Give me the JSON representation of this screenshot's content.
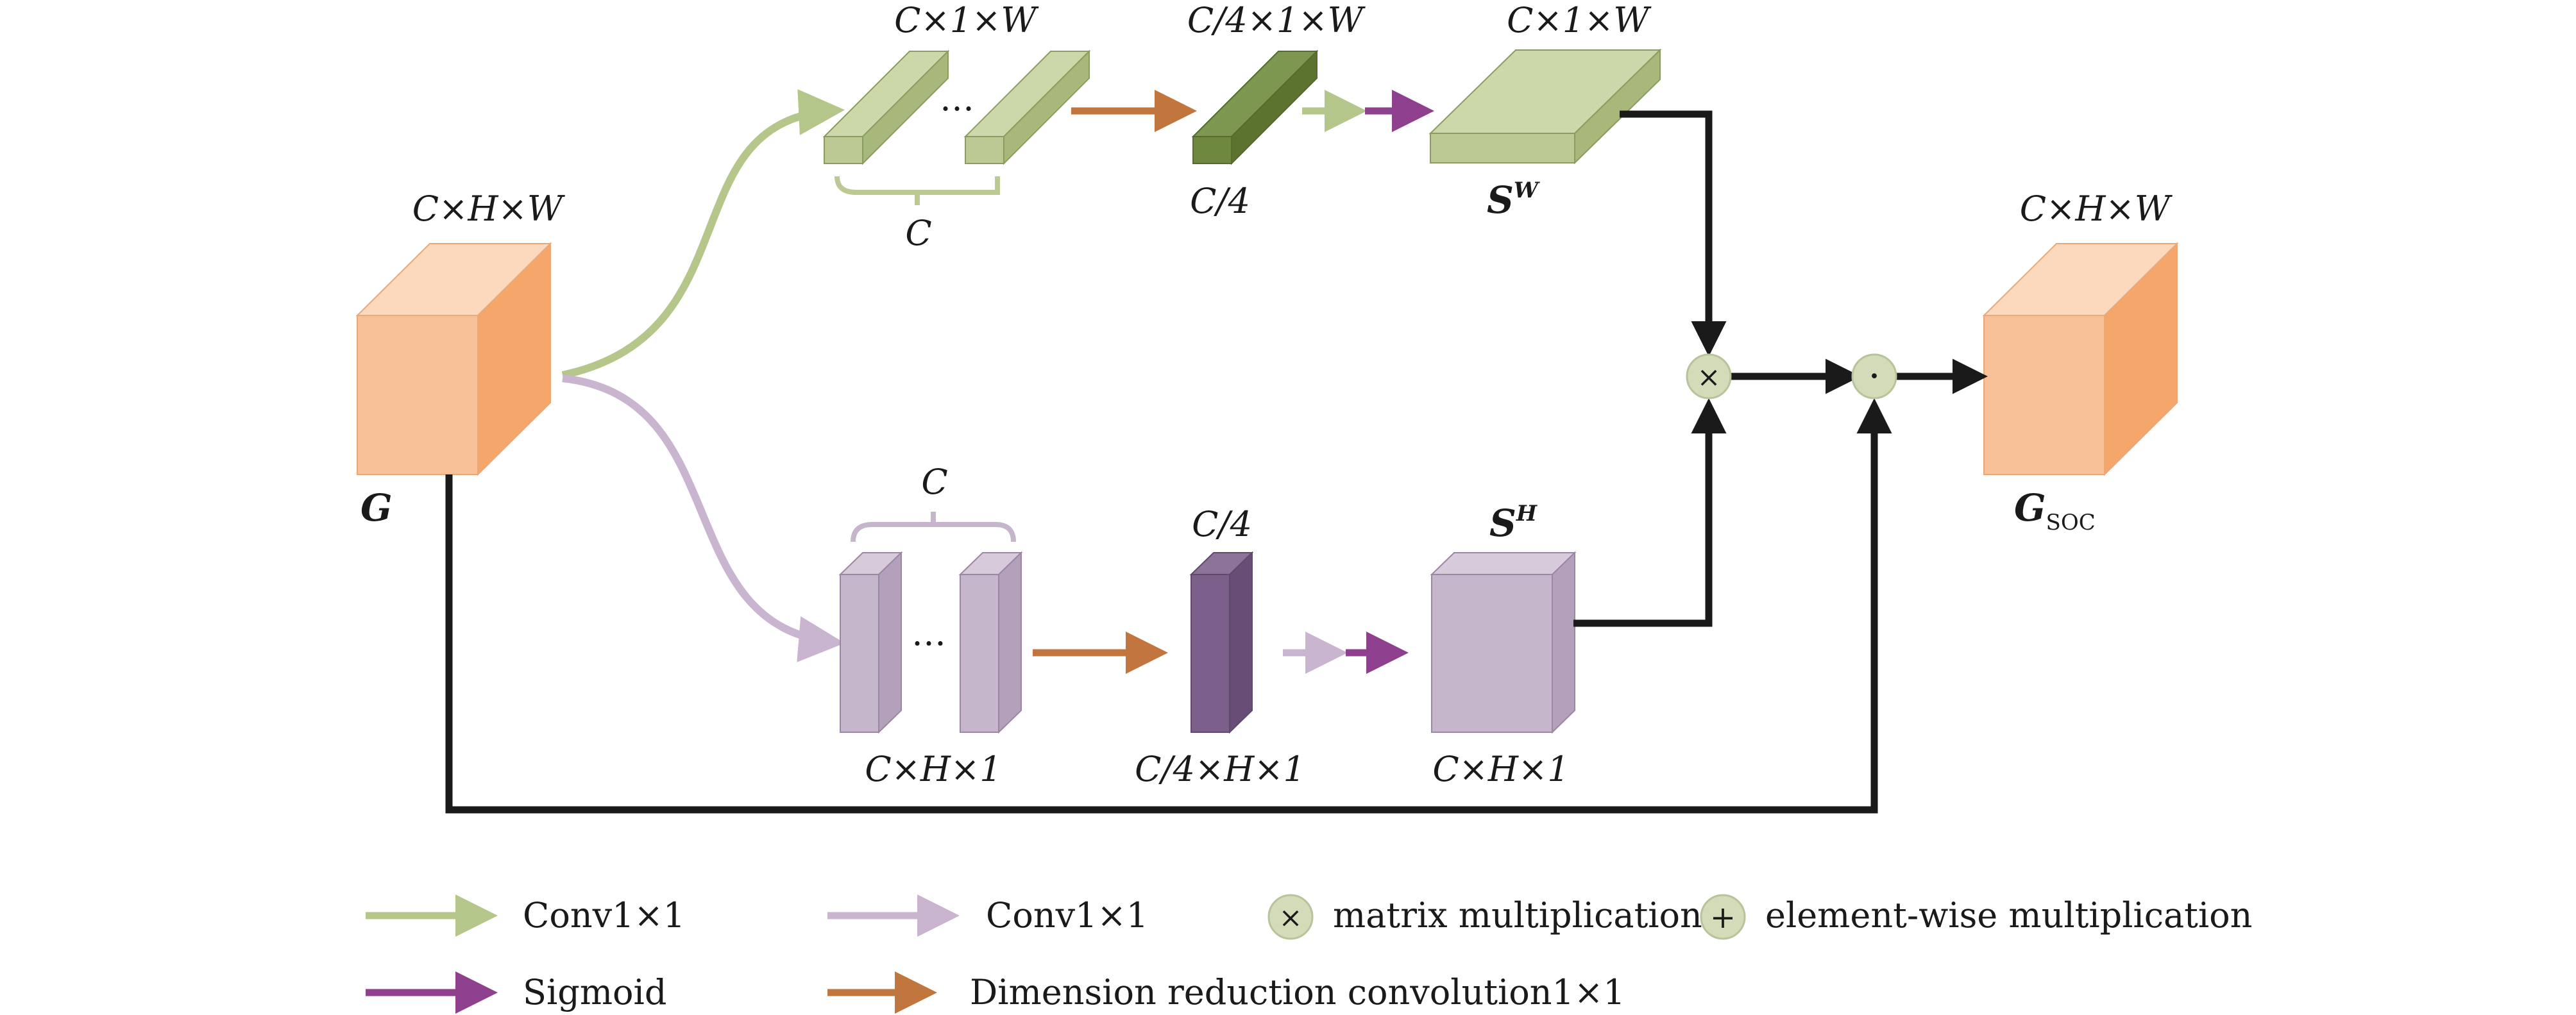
{
  "colors": {
    "orange_front": "#f8c096",
    "orange_top": "#fcd9bd",
    "orange_side": "#f4a66b",
    "green_light": "#bcc995",
    "green_dark": "#6f8840",
    "purple_light": "#c6b6cb",
    "purple_dark": "#7c5f8a",
    "arrow_green": "#b5c68a",
    "arrow_lilac": "#c9b5cf",
    "arrow_magenta": "#8e3f8e",
    "arrow_brown": "#c0763e",
    "line_black": "#1a1a1a",
    "op_circle": "#d3dbb9"
  },
  "input": {
    "dims": "C×H×W",
    "name": "G"
  },
  "output": {
    "dims": "C×H×W",
    "name": "G",
    "subscript": "SOC"
  },
  "top_branch": {
    "slices_dims": "C×1×W",
    "slices_count": "C",
    "ellipsis": "…",
    "reduced_dims": "C/4×1×W",
    "reduced_label": "C/4",
    "attention_dims": "C×1×W",
    "attention_name": "S",
    "attention_sup": "W"
  },
  "bottom_branch": {
    "slices_dims": "C×H×1",
    "slices_count": "C",
    "ellipsis": "…",
    "reduced_dims": "C/4×H×1",
    "reduced_label": "C/4",
    "attention_dims": "C×H×1",
    "attention_name": "S",
    "attention_sup": "H"
  },
  "ops": {
    "matmul_symbol": "×",
    "elementwise_symbol": "·"
  },
  "legend": {
    "conv_green": "Conv1×1",
    "conv_lilac": "Conv1×1",
    "sigmoid": "Sigmoid",
    "dim_reduction": "Dimension reduction convolution1×1",
    "matmul_symbol": "×",
    "matmul": "matrix multiplication",
    "elementwise_symbol": "+",
    "elementwise": "element-wise multiplication"
  }
}
